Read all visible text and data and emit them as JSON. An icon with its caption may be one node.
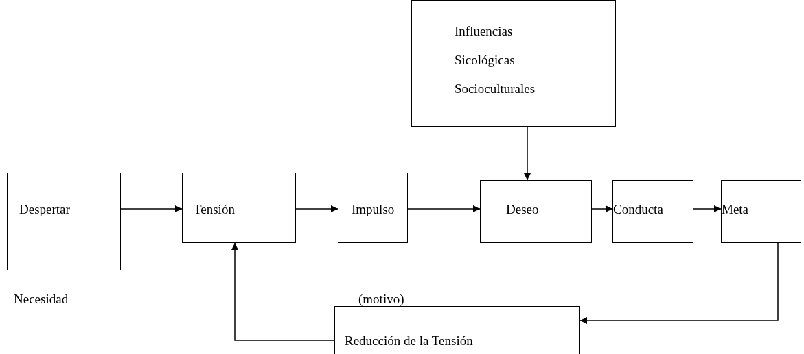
{
  "diagram": {
    "nodes": [
      {
        "text": [
          "Influencias Sicológicas Socioculturales"
        ]
      },
      {
        "text": [
          "Despertar"
        ],
        "beside": [
          "Necesidad"
        ]
      },
      {
        "text": [
          "Tensión"
        ]
      },
      {
        "text": [
          "Impulso"
        ]
      },
      {
        "text": [
          "Deseo"
        ]
      },
      {
        "text": [
          "Conducta"
        ]
      },
      {
        "text": [
          "Meta"
        ]
      },
      {
        "text": [
          "Reducción de la Tensión"
        ]
      }
    ],
    "edges": [
      {
        "from": 1,
        "to": 2,
        "arrow": "to"
      },
      {
        "from": 2,
        "to": 3,
        "arrow": "to"
      },
      {
        "from": 3,
        "to": 4,
        "arrow": "to"
      },
      {
        "from": 0,
        "to": 4,
        "arrow": "to"
      },
      {
        "from": 4,
        "to": 5,
        "arrow": "to"
      },
      {
        "from": 5,
        "to": 6,
        "arrow": "to"
      },
      {
        "from": 6,
        "to": 7,
        "arrow": "to"
      },
      {
        "from": 7,
        "to": 2,
        "arrow": "to"
      }
    ],
    "labels": [
      "(motivo)"
    ]
  }
}
